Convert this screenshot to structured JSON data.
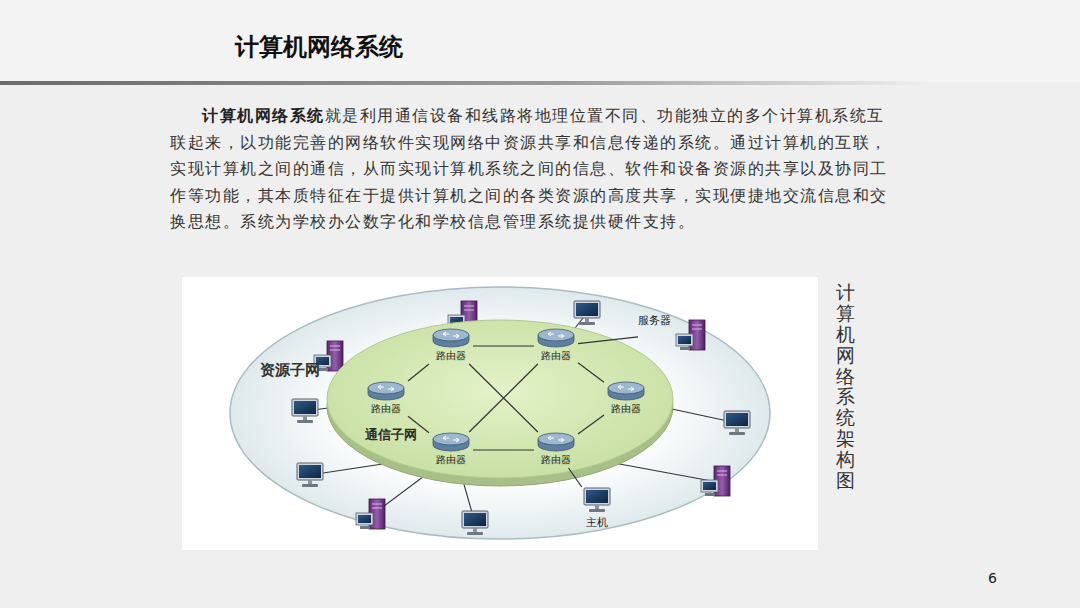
{
  "diagram": {
    "title": "计算机网络系统",
    "caption": "计算机网络系统架构图",
    "nodes": [
      {
        "text": [
          "资源子网"
        ]
      },
      {
        "text": [
          "通信子网"
        ],
        "in": 0
      },
      {
        "text": [
          "路由器"
        ],
        "in": 1
      },
      {
        "text": [
          "路由器"
        ],
        "in": 1
      },
      {
        "text": [
          "路由器"
        ],
        "in": 1
      },
      {
        "text": [
          "路由器"
        ],
        "in": 1
      },
      {
        "text": [
          "路由器"
        ],
        "in": 1
      },
      {
        "text": [
          "路由器"
        ],
        "in": 1
      },
      {
        "text": [
          "服务器"
        ],
        "in": 0
      },
      {
        "text": [
          "主机"
        ],
        "in": 0
      }
    ],
    "edges": [
      {
        "from": 2,
        "to": 3,
        "arrow": "none"
      },
      {
        "from": 2,
        "to": 4,
        "arrow": "none"
      },
      {
        "from": 3,
        "to": 5,
        "arrow": "none"
      },
      {
        "from": 4,
        "to": 6,
        "arrow": "none"
      },
      {
        "from": 5,
        "to": 7,
        "arrow": "none"
      },
      {
        "from": 6,
        "to": 7,
        "arrow": "none"
      },
      {
        "from": 2,
        "to": 7,
        "arrow": "none"
      },
      {
        "from": 3,
        "to": 6,
        "arrow": "none"
      },
      {
        "from": 8,
        "to": 3,
        "arrow": "none"
      },
      {
        "from": 9,
        "to": 7,
        "arrow": "none"
      }
    ],
    "labels": [
      "计算机网络系统",
      "就是利用通信设备和线路将地理位置不同、功能独立的多个计算机系统互联起来，以功能完善的网络软件实现网络中资源共享和信息传递的系统。通过计算机的互联，实现计算机之间的通信，从而实现计算机系统之间的信息、软件和设备资源的共享以及协同工作等功能，其本质特征在于提供计算机之间的各类资源的高度共享，实现便捷地交流信息和交换思想。系统为学校办公数字化和学校信息管理系统提供硬件支持。",
      "6"
    ]
  }
}
